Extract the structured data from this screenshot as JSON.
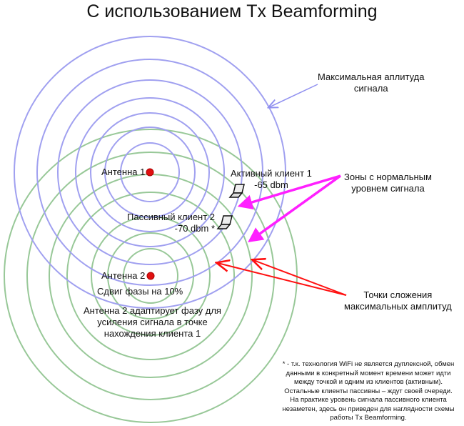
{
  "title": "С использованием Tx Beamforming",
  "labels": {
    "max_amplitude": [
      "Максимальная аплитуда",
      "сигнала"
    ],
    "normal_zones": [
      "Зоны с нормальным",
      "уровнем сигнала"
    ],
    "sum_points": [
      "Точки сложения",
      "максимальных амплитуд"
    ],
    "antenna1": "Антенна 1",
    "antenna2": "Антенна 2",
    "client1": [
      "Активный клиент 1",
      "-65 dbm"
    ],
    "client2": [
      "Пассивный клиент 2",
      "-70 dbm *"
    ],
    "phase_shift": "Сдвиг фазы на 10%",
    "antenna2_desc": [
      "Антенна 2 адаптирует фазу для",
      "усиления сигнала в точке",
      "нахождения клиента 1"
    ]
  },
  "footnote": [
    "* - т.к. технология WiFi не является дуплексной, обмен",
    "данными в конкретный момент времени может идти",
    "между точкой и одним из клиентов (активным).",
    "Остальные клиенты пассивны – ждут своей очереди.",
    "На практике уровень сигнала пассивного клиента",
    "незаметен, здесь он приведен для наглядности схемы",
    "работы Tx Beamforming."
  ],
  "colors": {
    "antenna1_waves": "#a0a0f0",
    "antenna2_waves": "#98c898",
    "antenna": "#e01010",
    "normal_arrow": "#ff20ff",
    "sum_arrow": "#ff1010",
    "max_arrow": "#9090f0"
  }
}
